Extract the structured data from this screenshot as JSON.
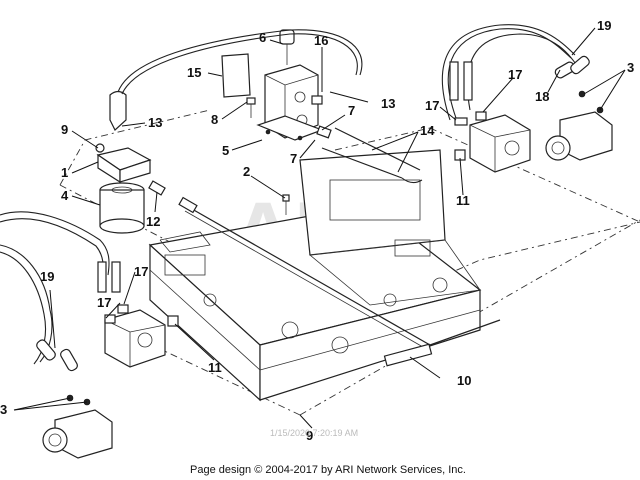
{
  "watermark": "ARI",
  "timestamp": "1/15/2020 7:20:19 AM",
  "footer": "Page design © 2004-2017 by ARI Network Services, Inc.",
  "callouts": {
    "c1": "1",
    "c2": "2",
    "c3a": "3",
    "c3b": "3",
    "c4": "4",
    "c5": "5",
    "c6": "6",
    "c7a": "7",
    "c7b": "7",
    "c8": "8",
    "c9a": "9",
    "c9b": "9",
    "c10": "10",
    "c11a": "11",
    "c11b": "11",
    "c12": "12",
    "c13a": "13",
    "c13b": "13",
    "c14": "14",
    "c15": "15",
    "c16": "16",
    "c17a": "17",
    "c17b": "17",
    "c17c": "17",
    "c17d": "17",
    "c18": "18",
    "c19a": "19",
    "c19b": "19"
  }
}
